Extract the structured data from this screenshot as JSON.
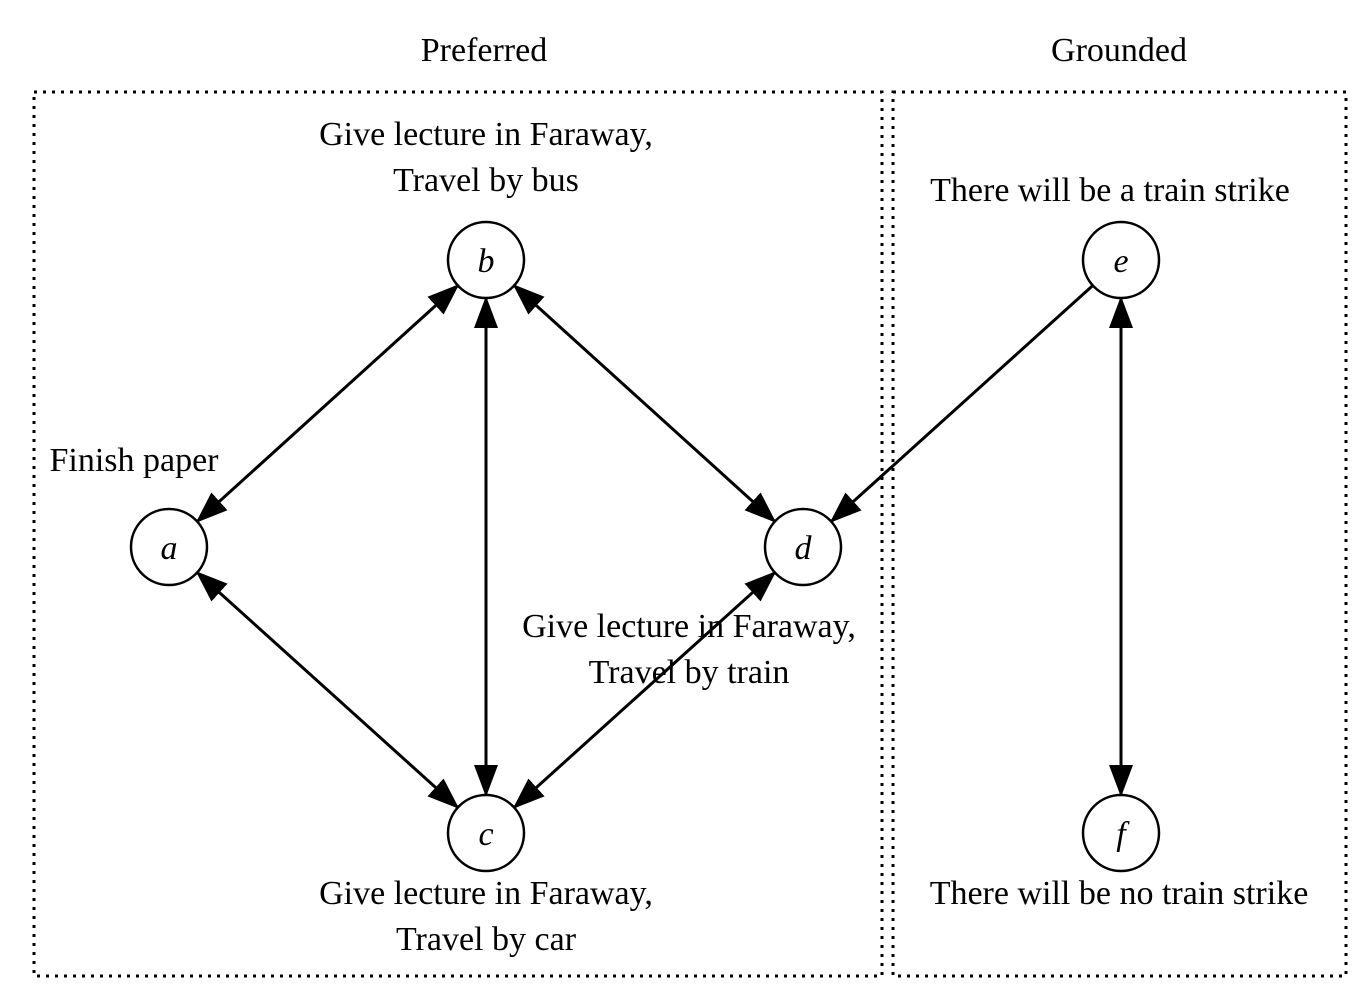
{
  "sections": {
    "preferred": {
      "title": "Preferred"
    },
    "grounded": {
      "title": "Grounded"
    }
  },
  "nodes": {
    "a": {
      "letter": "a",
      "label": [
        "Finish paper"
      ]
    },
    "b": {
      "letter": "b",
      "label": [
        "Give lecture in Faraway,",
        "Travel by bus"
      ]
    },
    "c": {
      "letter": "c",
      "label": [
        "Give lecture in Faraway,",
        "Travel by car"
      ]
    },
    "d": {
      "letter": "d",
      "label": [
        "Give lecture in Faraway,",
        "Travel by train"
      ]
    },
    "e": {
      "letter": "e",
      "label": [
        "There will be a train strike"
      ]
    },
    "f": {
      "letter": "f",
      "label": [
        "There will be no train strike"
      ]
    }
  },
  "edges": [
    {
      "from": "a",
      "to": "b",
      "directed": "both"
    },
    {
      "from": "a",
      "to": "c",
      "directed": "both"
    },
    {
      "from": "b",
      "to": "c",
      "directed": "both"
    },
    {
      "from": "b",
      "to": "d",
      "directed": "both"
    },
    {
      "from": "c",
      "to": "d",
      "directed": "both"
    },
    {
      "from": "e",
      "to": "d",
      "directed": "forward"
    },
    {
      "from": "e",
      "to": "f",
      "directed": "both"
    }
  ]
}
